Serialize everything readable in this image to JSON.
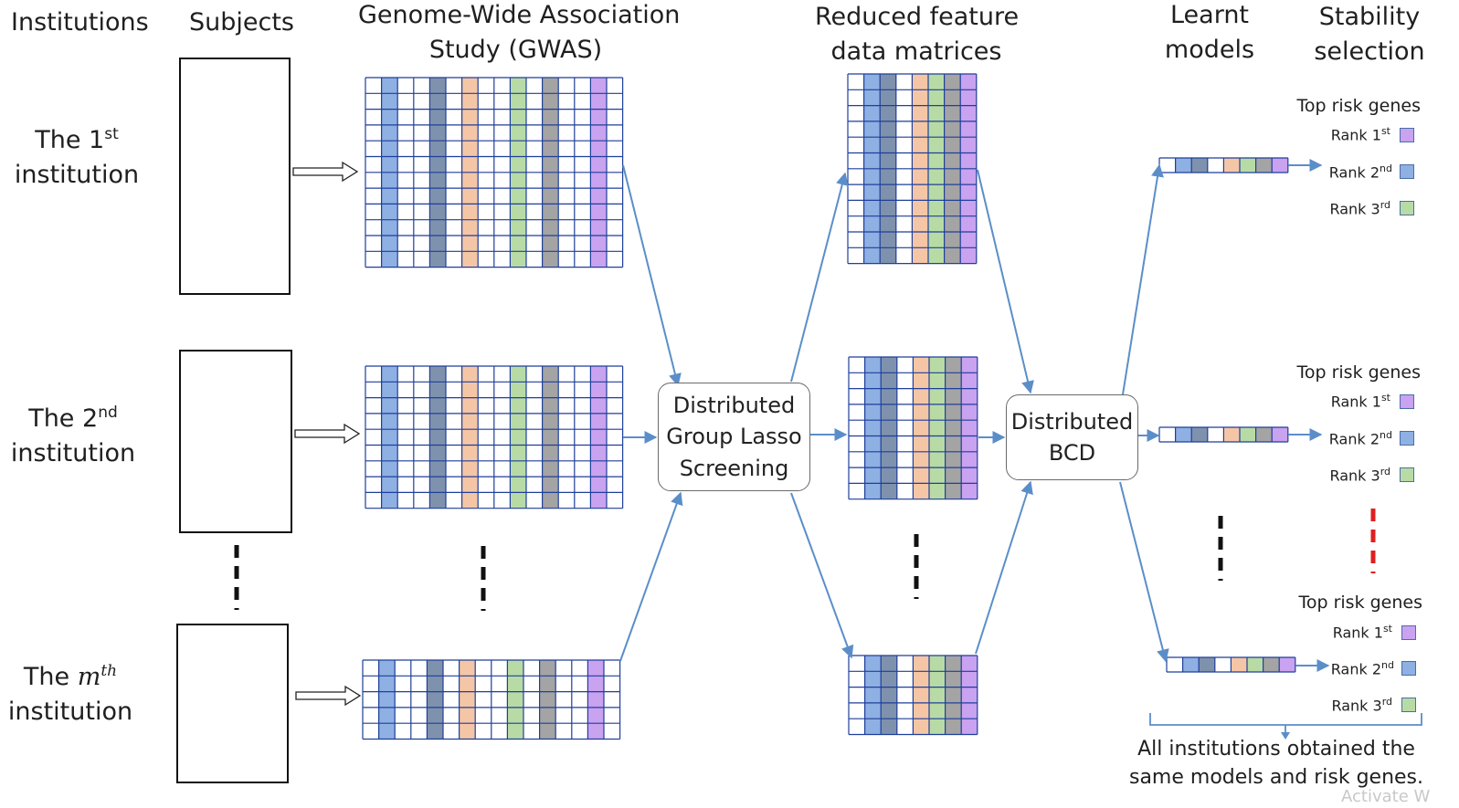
{
  "headers": {
    "institutions": "Institutions",
    "subjects": "Subjects",
    "gwas_line1": "Genome-Wide Association",
    "gwas_line2": "Study (GWAS)",
    "reduced_line1": "Reduced feature",
    "reduced_line2": "data matrices",
    "learnt_line1": "Learnt",
    "learnt_line2": "models",
    "stability_line1": "Stability",
    "stability_line2": "selection"
  },
  "institutions": [
    {
      "prefix": "The ",
      "base": "1",
      "sup": "st",
      "line2": "institution"
    },
    {
      "prefix": "The ",
      "base": "2",
      "sup": "nd",
      "line2": "institution"
    },
    {
      "prefix": "The ",
      "base": "m",
      "sup": "th",
      "line2": "institution"
    }
  ],
  "nodes": {
    "group_lasso": {
      "line1": "Distributed",
      "line2": "Group Lasso",
      "line3": "Screening"
    },
    "bcd": {
      "line1": "Distributed",
      "line2": "BCD"
    }
  },
  "stability": {
    "title": "Top risk genes",
    "ranks": [
      {
        "prefix": "Rank ",
        "base": "1",
        "sup": "st",
        "color": "#c9a2f0"
      },
      {
        "prefix": "Rank ",
        "base": "2",
        "sup": "nd",
        "color": "#8fb0e2"
      },
      {
        "prefix": "Rank ",
        "base": "3",
        "sup": "rd",
        "color": "#b8dba6"
      }
    ]
  },
  "footer": {
    "line1": "All institutions obtained the",
    "line2": "same models and risk genes."
  },
  "watermark": "Activate W",
  "colors": {
    "grid_line": "#1f3f9a",
    "arrow": "#5b8ec9",
    "blue": "#8fb0e2",
    "slate": "#7f92ad",
    "peach": "#f5c6a6",
    "green": "#b8dba6",
    "gray": "#a4a4a4",
    "purple": "#c9a2f0",
    "red_dash": "#e02020",
    "brain_orange": "#e8a01e",
    "brain_yellow": "#f0e020",
    "brain_green": "#22d060"
  }
}
